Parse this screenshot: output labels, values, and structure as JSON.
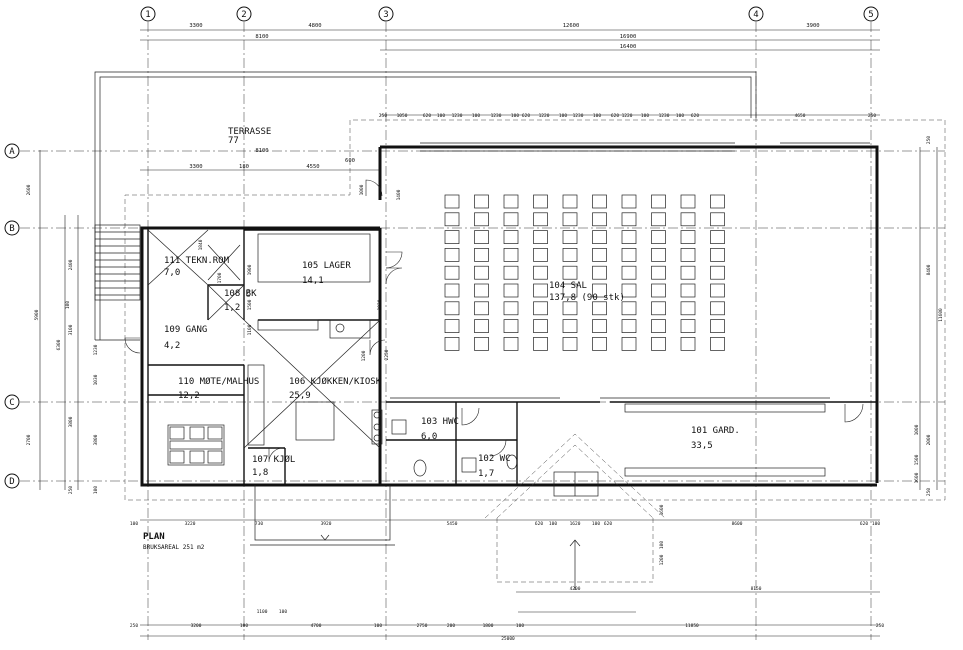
{
  "grid": {
    "columns": [
      "1",
      "2",
      "3",
      "4",
      "5"
    ],
    "rows": [
      "A",
      "B",
      "C",
      "D"
    ]
  },
  "plan": {
    "title": "PLAN",
    "area_label": "BRUKSAREAL 251 m2"
  },
  "rooms": [
    {
      "id": "terrasse",
      "name": "TERRASSE",
      "area": "77"
    },
    {
      "id": "sal",
      "name": "104 SAL",
      "area": "137,8 (90 stk)"
    },
    {
      "id": "lager",
      "name": "105 LAGER",
      "area": "14,1"
    },
    {
      "id": "teknrom",
      "name": "111 TEKN.ROM",
      "area": "7,0"
    },
    {
      "id": "bk",
      "name": "108 BK",
      "area": "1,2"
    },
    {
      "id": "gang",
      "name": "109 GANG",
      "area": "4,2"
    },
    {
      "id": "mote",
      "name": "110 MØTE/MALHUS",
      "area": "12,2"
    },
    {
      "id": "kjokken",
      "name": "106 KJØKKEN/KIOSK",
      "area": "25,9"
    },
    {
      "id": "kjol",
      "name": "107 KJØL",
      "area": "1,8"
    },
    {
      "id": "hwc",
      "name": "103 HWC",
      "area": "6,0"
    },
    {
      "id": "wc",
      "name": "102 WC",
      "area": "1,7"
    },
    {
      "id": "gard",
      "name": "101 GARD.",
      "area": "33,5"
    }
  ],
  "dimensions": {
    "top_row1": [
      "3300",
      "4800",
      "12600",
      "3900"
    ],
    "top_row2": [
      "8100",
      "16900"
    ],
    "top_row3": [
      "16400"
    ],
    "window_row": [
      "250",
      "1050",
      "620",
      "100",
      "1230",
      "100",
      "1230",
      "100",
      "620",
      "1220",
      "100",
      "1230",
      "100",
      "620",
      "1220",
      "100",
      "1230",
      "100",
      "620",
      "4650",
      "250"
    ],
    "inner_row": [
      "8100",
      "3300",
      "180",
      "4550",
      "600"
    ],
    "left": [
      "2600",
      "2400",
      "5900",
      "3100",
      "6300",
      "1230",
      "1030",
      "3800",
      "2700",
      "3800",
      "250",
      "100"
    ],
    "right": [
      "250",
      "8400",
      "11600",
      "1000",
      "2000",
      "1500",
      "1600",
      "250"
    ],
    "bottom_row1": [
      "100",
      "3220",
      "730",
      "3920",
      "5450",
      "620",
      "100",
      "1620",
      "100",
      "620",
      "8600",
      "620",
      "100"
    ],
    "bottom_row2": [
      "4200",
      "8150"
    ],
    "bottom_row3": [
      "1100",
      "100"
    ],
    "bottom_row4": [
      "250",
      "3200",
      "100",
      "4700",
      "100",
      "2750",
      "200",
      "1800",
      "100",
      "11850",
      "250"
    ],
    "bottom_total": [
      "25000"
    ],
    "entrance": [
      "1600",
      "1200",
      "100"
    ],
    "small": [
      "1900",
      "1500",
      "1100",
      "1000",
      "650",
      "1400",
      "1700",
      "1200",
      "1020",
      "1840",
      "2250",
      "100"
    ]
  },
  "chart_data": {
    "type": "table",
    "seating_rows": 9,
    "seating_cols": 10
  }
}
